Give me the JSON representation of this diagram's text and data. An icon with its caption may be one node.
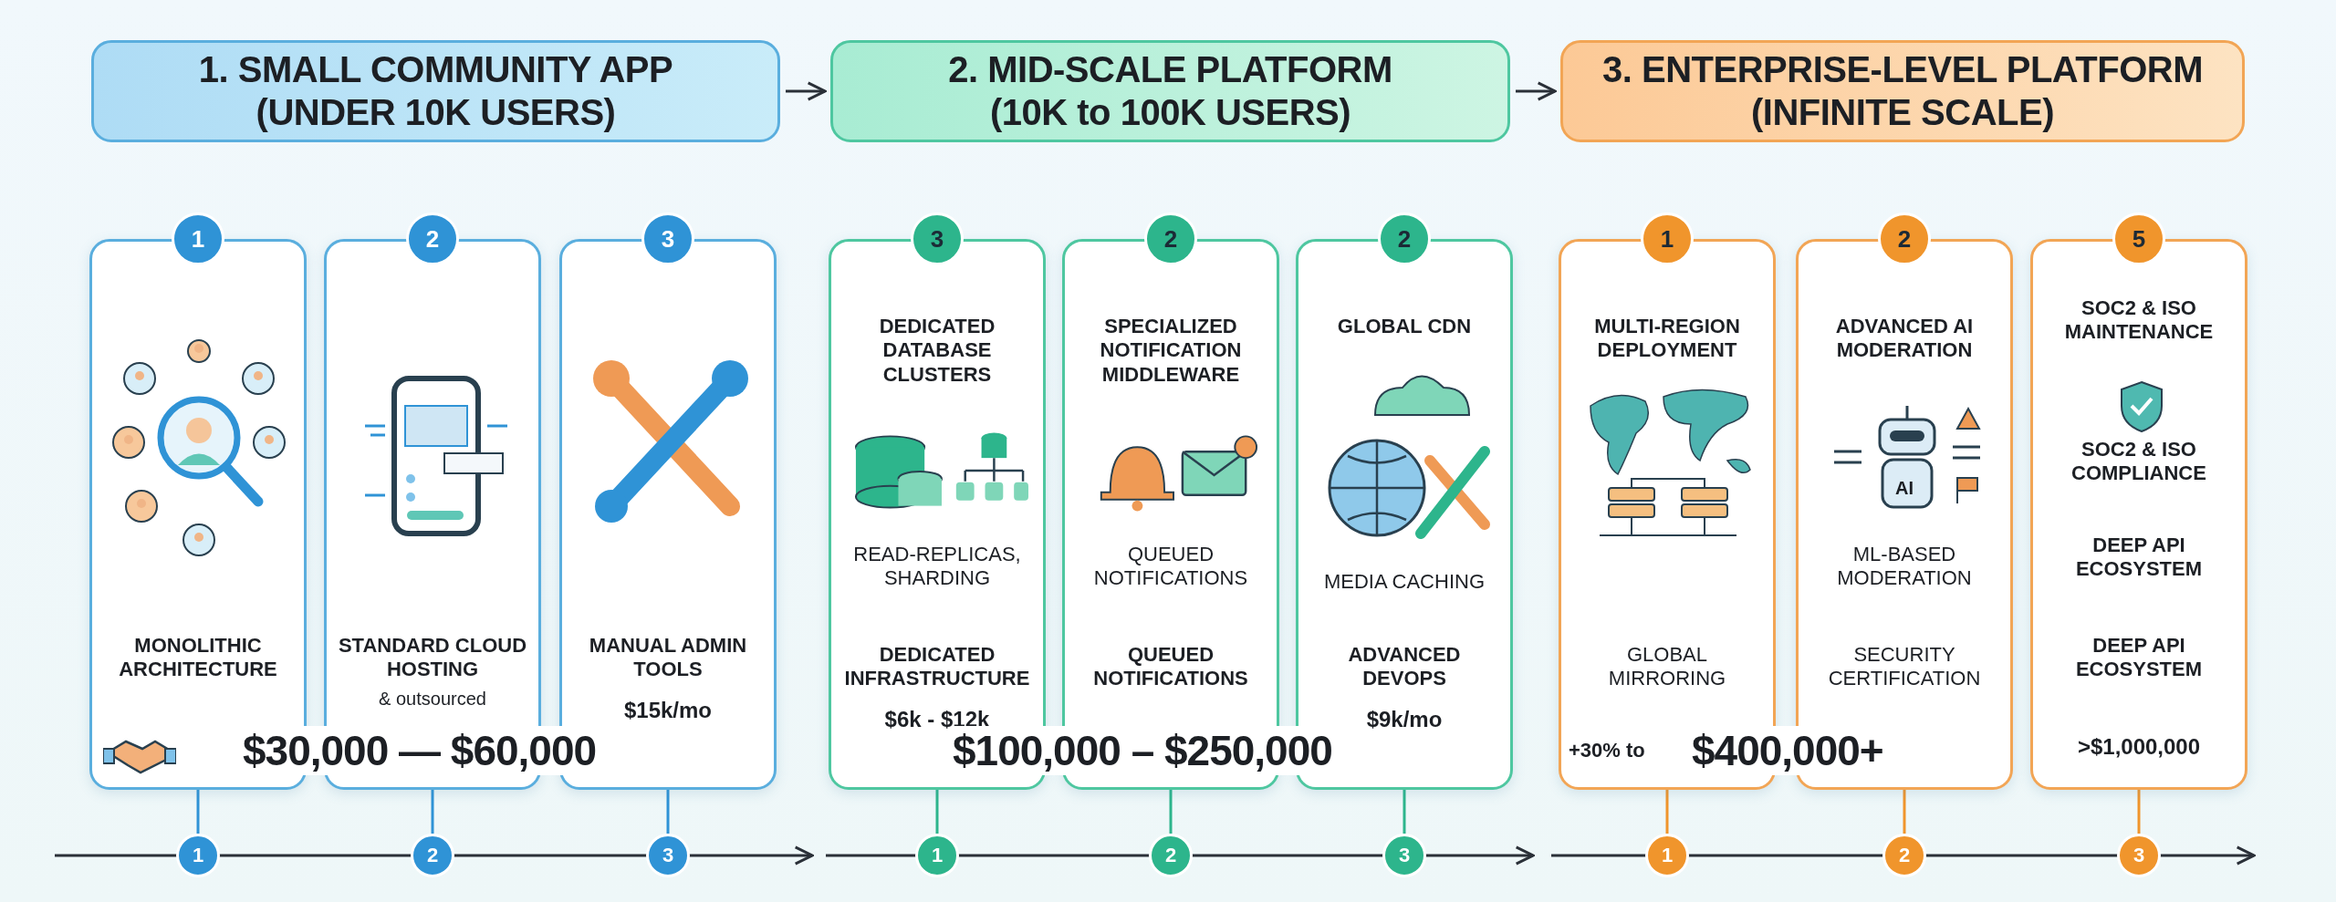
{
  "diagram": {
    "nodes": [
      {
        "text": [
          "1. SMALL COMMUNITY APP (UNDER 10K USERS)"
        ]
      },
      {
        "text": [
          "2. MID-SCALE PLATFORM (10K to 100K USERS)"
        ]
      },
      {
        "text": [
          "3. ENTERPRISE-LEVEL PLATFORM (INFINITE SCALE)"
        ]
      },
      {
        "text": [
          "1"
        ]
      },
      {
        "text": [
          "MONOLITHIC ARCHITECTURE"
        ]
      },
      {
        "text": [
          "2"
        ]
      },
      {
        "text": [
          "STANDARD CLOUD HOSTING",
          "& outsourced"
        ]
      },
      {
        "text": [
          "3"
        ]
      },
      {
        "text": [
          "MANUAL ADMIN TOOLS",
          "$15k/mo"
        ]
      },
      {
        "text": [
          "3"
        ]
      },
      {
        "text": [
          "DEDICATED DATABASE CLUSTERS",
          "READ-REPLICAS, SHARDING",
          "DEDICATED INFRASTRUCTURE",
          "$6k - $12k"
        ]
      },
      {
        "text": [
          "2"
        ]
      },
      {
        "text": [
          "SPECIALIZED NOTIFICATION MIDDLEWARE",
          "QUEUED NOTIFICATIONS",
          "QUEUED NOTIFICATIONS"
        ]
      },
      {
        "text": [
          "2"
        ]
      },
      {
        "text": [
          "GLOBAL CDN",
          "MEDIA CACHING",
          "ADVANCED DEVOPS",
          "$9k/mo"
        ]
      },
      {
        "text": [
          "1"
        ]
      },
      {
        "text": [
          "MULTI-REGION DEPLOYMENT",
          "GLOBAL MIRRORING",
          "+30% to"
        ]
      },
      {
        "text": [
          "2"
        ]
      },
      {
        "text": [
          "ADVANCED AI MODERATION",
          "AI",
          "ML-BASED MODERATION",
          "SECURITY CERTIFICATION"
        ]
      },
      {
        "text": [
          "5"
        ]
      },
      {
        "text": [
          "SOC2 & ISO MAINTENANCE",
          "SOC2 & ISO COMPLIANCE",
          "DEEP API ECOSYSTEM",
          "DEEP API ECOSYSTEM",
          ">$1,000,000"
        ]
      },
      {
        "text": [
          "1"
        ]
      },
      {
        "text": [
          "2"
        ]
      },
      {
        "text": [
          "3"
        ]
      },
      {
        "text": [
          "1"
        ]
      },
      {
        "text": [
          "2"
        ]
      },
      {
        "text": [
          "3"
        ]
      },
      {
        "text": [
          "1"
        ]
      },
      {
        "text": [
          "2"
        ]
      },
      {
        "text": [
          "3"
        ]
      }
    ],
    "edges": [
      {
        "from": 0,
        "to": 1,
        "arrow": "to",
        "color": "#2a3038"
      },
      {
        "from": 1,
        "to": 2,
        "arrow": "to",
        "color": "#2a3038"
      },
      {
        "from": 4,
        "to": 21,
        "arrow": "none",
        "color": "#2f93d6"
      },
      {
        "from": 6,
        "to": 22,
        "arrow": "none",
        "color": "#2f93d6"
      },
      {
        "from": 8,
        "to": 23,
        "arrow": "none",
        "color": "#2f93d6"
      },
      {
        "from": 10,
        "to": 24,
        "arrow": "none",
        "color": "#2db58c"
      },
      {
        "from": 12,
        "to": 25,
        "arrow": "none",
        "color": "#2db58c"
      },
      {
        "from": 14,
        "to": 26,
        "arrow": "none",
        "color": "#2db58c"
      },
      {
        "from": 16,
        "to": 27,
        "arrow": "none",
        "color": "#f0952c"
      },
      {
        "from": 18,
        "to": 28,
        "arrow": "none",
        "color": "#f0952c"
      },
      {
        "from": 20,
        "to": 29,
        "arrow": "none",
        "color": "#f0952c"
      }
    ],
    "labels": [
      "$30,000 — $60,000",
      "$100,000 – $250,000",
      "$400,000+"
    ]
  }
}
